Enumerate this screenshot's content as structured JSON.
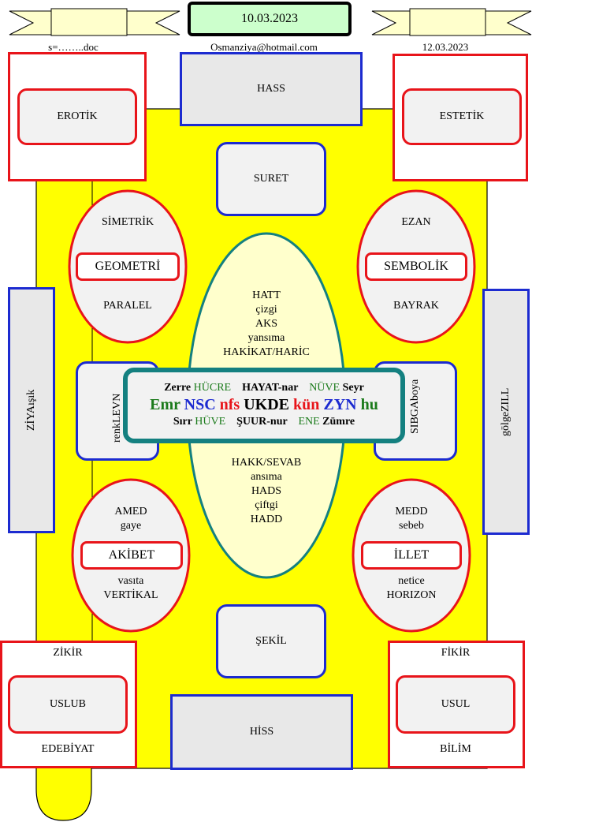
{
  "header": {
    "date_box": "10.03.2023",
    "left_note": "s=……..doc",
    "email": "Osmanziya@hotmail.com",
    "right_date": "12.03.2023"
  },
  "corners": {
    "top_left": "EROTİK",
    "top_right": "ESTETİK",
    "bottom_left": {
      "top": "ZİKİR",
      "inner": "USLUB",
      "bottom": "EDEBİYAT"
    },
    "bottom_right": {
      "top": "FİKİR",
      "inner": "USUL",
      "bottom": "BİLİM"
    }
  },
  "blue_rects": {
    "top": "HASS",
    "bottom": "HİSS",
    "left": {
      "line1": "ZİYA",
      "line2": "ışık"
    },
    "right": {
      "line1": "gölge",
      "line2": "ZILL"
    }
  },
  "blue_rounds": {
    "top": "SURET",
    "bottom": "ŞEKİL",
    "left": {
      "line1": "renk",
      "line2": "LEVN"
    },
    "right": {
      "line1": "SIBGA",
      "line2": "boya"
    }
  },
  "ellipses": {
    "top_left": {
      "top": "SİMETRİK",
      "inner": "GEOMETRİ",
      "bottom": "PARALEL"
    },
    "top_right": {
      "top": "EZAN",
      "inner": "SEMBOLİK",
      "bottom": "BAYRAK"
    },
    "bottom_left": {
      "top1": "AMED",
      "top2": "gaye",
      "inner": "AKİBET",
      "bottom1": "vasıta",
      "bottom2": "VERTİKAL"
    },
    "bottom_right": {
      "top1": "MEDD",
      "top2": "sebeb",
      "inner": "İLLET",
      "bottom1": "netice",
      "bottom2": "HORIZON"
    }
  },
  "central_ellipse": {
    "upper": [
      "HATT",
      "çizgi",
      "AKS",
      "yansıma",
      "HAKİKAT/HARİC"
    ],
    "lower": [
      "HAKK/SEVAB",
      "ansıma",
      "HADS",
      "çiftgi",
      "HADD"
    ]
  },
  "center_box": {
    "row1": [
      {
        "text": "Zerre ",
        "color": "#000000",
        "bold": true
      },
      {
        "text": "HÜCRE",
        "color": "#1a7a1a",
        "bold": false
      },
      {
        "text": "    HAYAT-nar    ",
        "color": "#000000",
        "bold": true
      },
      {
        "text": "NÜVE",
        "color": "#1a7a1a",
        "bold": false
      },
      {
        "text": " Seyr",
        "color": "#000000",
        "bold": true
      }
    ],
    "row2": [
      {
        "text": "Emr ",
        "color": "#1a7a1a"
      },
      {
        "text": "NSC ",
        "color": "#1c2bd0"
      },
      {
        "text": "nfs ",
        "color": "#e8141a"
      },
      {
        "text": "UKDE ",
        "color": "#000000"
      },
      {
        "text": "kün ",
        "color": "#e8141a"
      },
      {
        "text": "ZYN ",
        "color": "#1c2bd0"
      },
      {
        "text": "hu",
        "color": "#1a7a1a"
      }
    ],
    "row3": [
      {
        "text": "Sırr ",
        "color": "#000000",
        "bold": true
      },
      {
        "text": "HÜVE",
        "color": "#1a7a1a",
        "bold": false
      },
      {
        "text": "    ŞUUR-nur    ",
        "color": "#000000",
        "bold": true
      },
      {
        "text": "ENE",
        "color": "#1a7a1a",
        "bold": false
      },
      {
        "text": " Zümre",
        "color": "#000000",
        "bold": true
      }
    ]
  },
  "colors": {
    "yellow": "#ffff00",
    "red": "#e8141a",
    "blue": "#1c2bd0",
    "teal": "#148080",
    "cream": "#ffffcc",
    "green_box": "#ccffcc"
  }
}
